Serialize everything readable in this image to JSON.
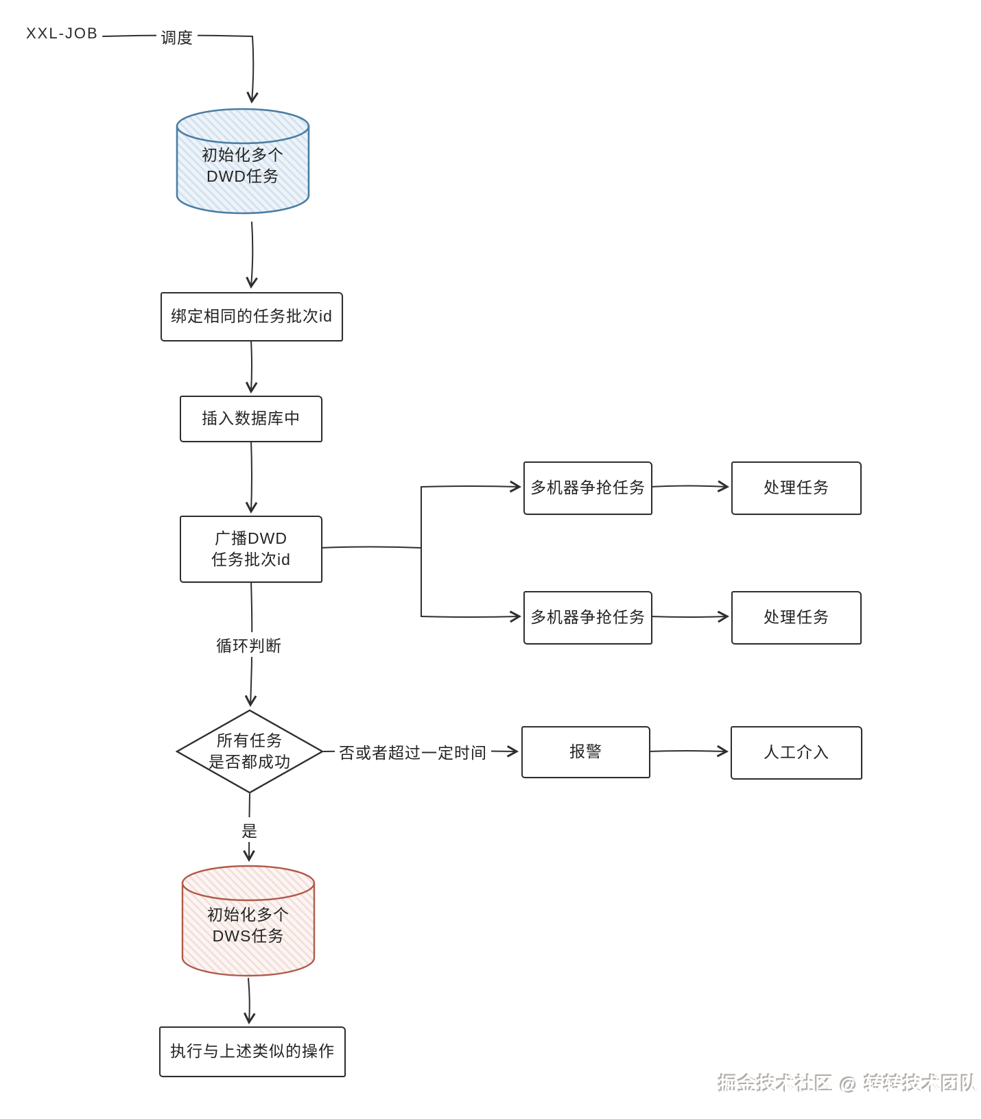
{
  "diagram": {
    "scheduler": "XXL-JOB",
    "edge_labels": {
      "dispatch": "调度",
      "loop_check": "循环判断",
      "no_or_timeout": "否或者超过一定时间",
      "yes": "是"
    },
    "nodes": {
      "init_dwd": {
        "line1": "初始化多个",
        "line2": "DWD任务"
      },
      "bind_batch_id": {
        "label": "绑定相同的任务批次id"
      },
      "insert_db": {
        "label": "插入数据库中"
      },
      "broadcast_dwd": {
        "line1": "广播DWD",
        "line2": "任务批次id"
      },
      "grab_task_1": {
        "label": "多机器争抢任务"
      },
      "process_task_1": {
        "label": "处理任务"
      },
      "grab_task_2": {
        "label": "多机器争抢任务"
      },
      "process_task_2": {
        "label": "处理任务"
      },
      "all_success": {
        "line1": "所有任务",
        "line2": "是否都成功"
      },
      "alarm": {
        "label": "报警"
      },
      "manual_intervention": {
        "label": "人工介入"
      },
      "init_dws": {
        "line1": "初始化多个",
        "line2": "DWS任务"
      },
      "similar_operations": {
        "label": "执行与上述类似的操作"
      }
    },
    "watermark": "掘金技术社区 @ 转转技术团队",
    "colors": {
      "line": "#2e2e2e",
      "dwd_cylinder_border": "#4a7da3",
      "dwd_cylinder_fill": "#edf3f8",
      "dws_cylinder_border": "#b0594a",
      "dws_cylinder_fill": "#fcf5f3"
    }
  }
}
